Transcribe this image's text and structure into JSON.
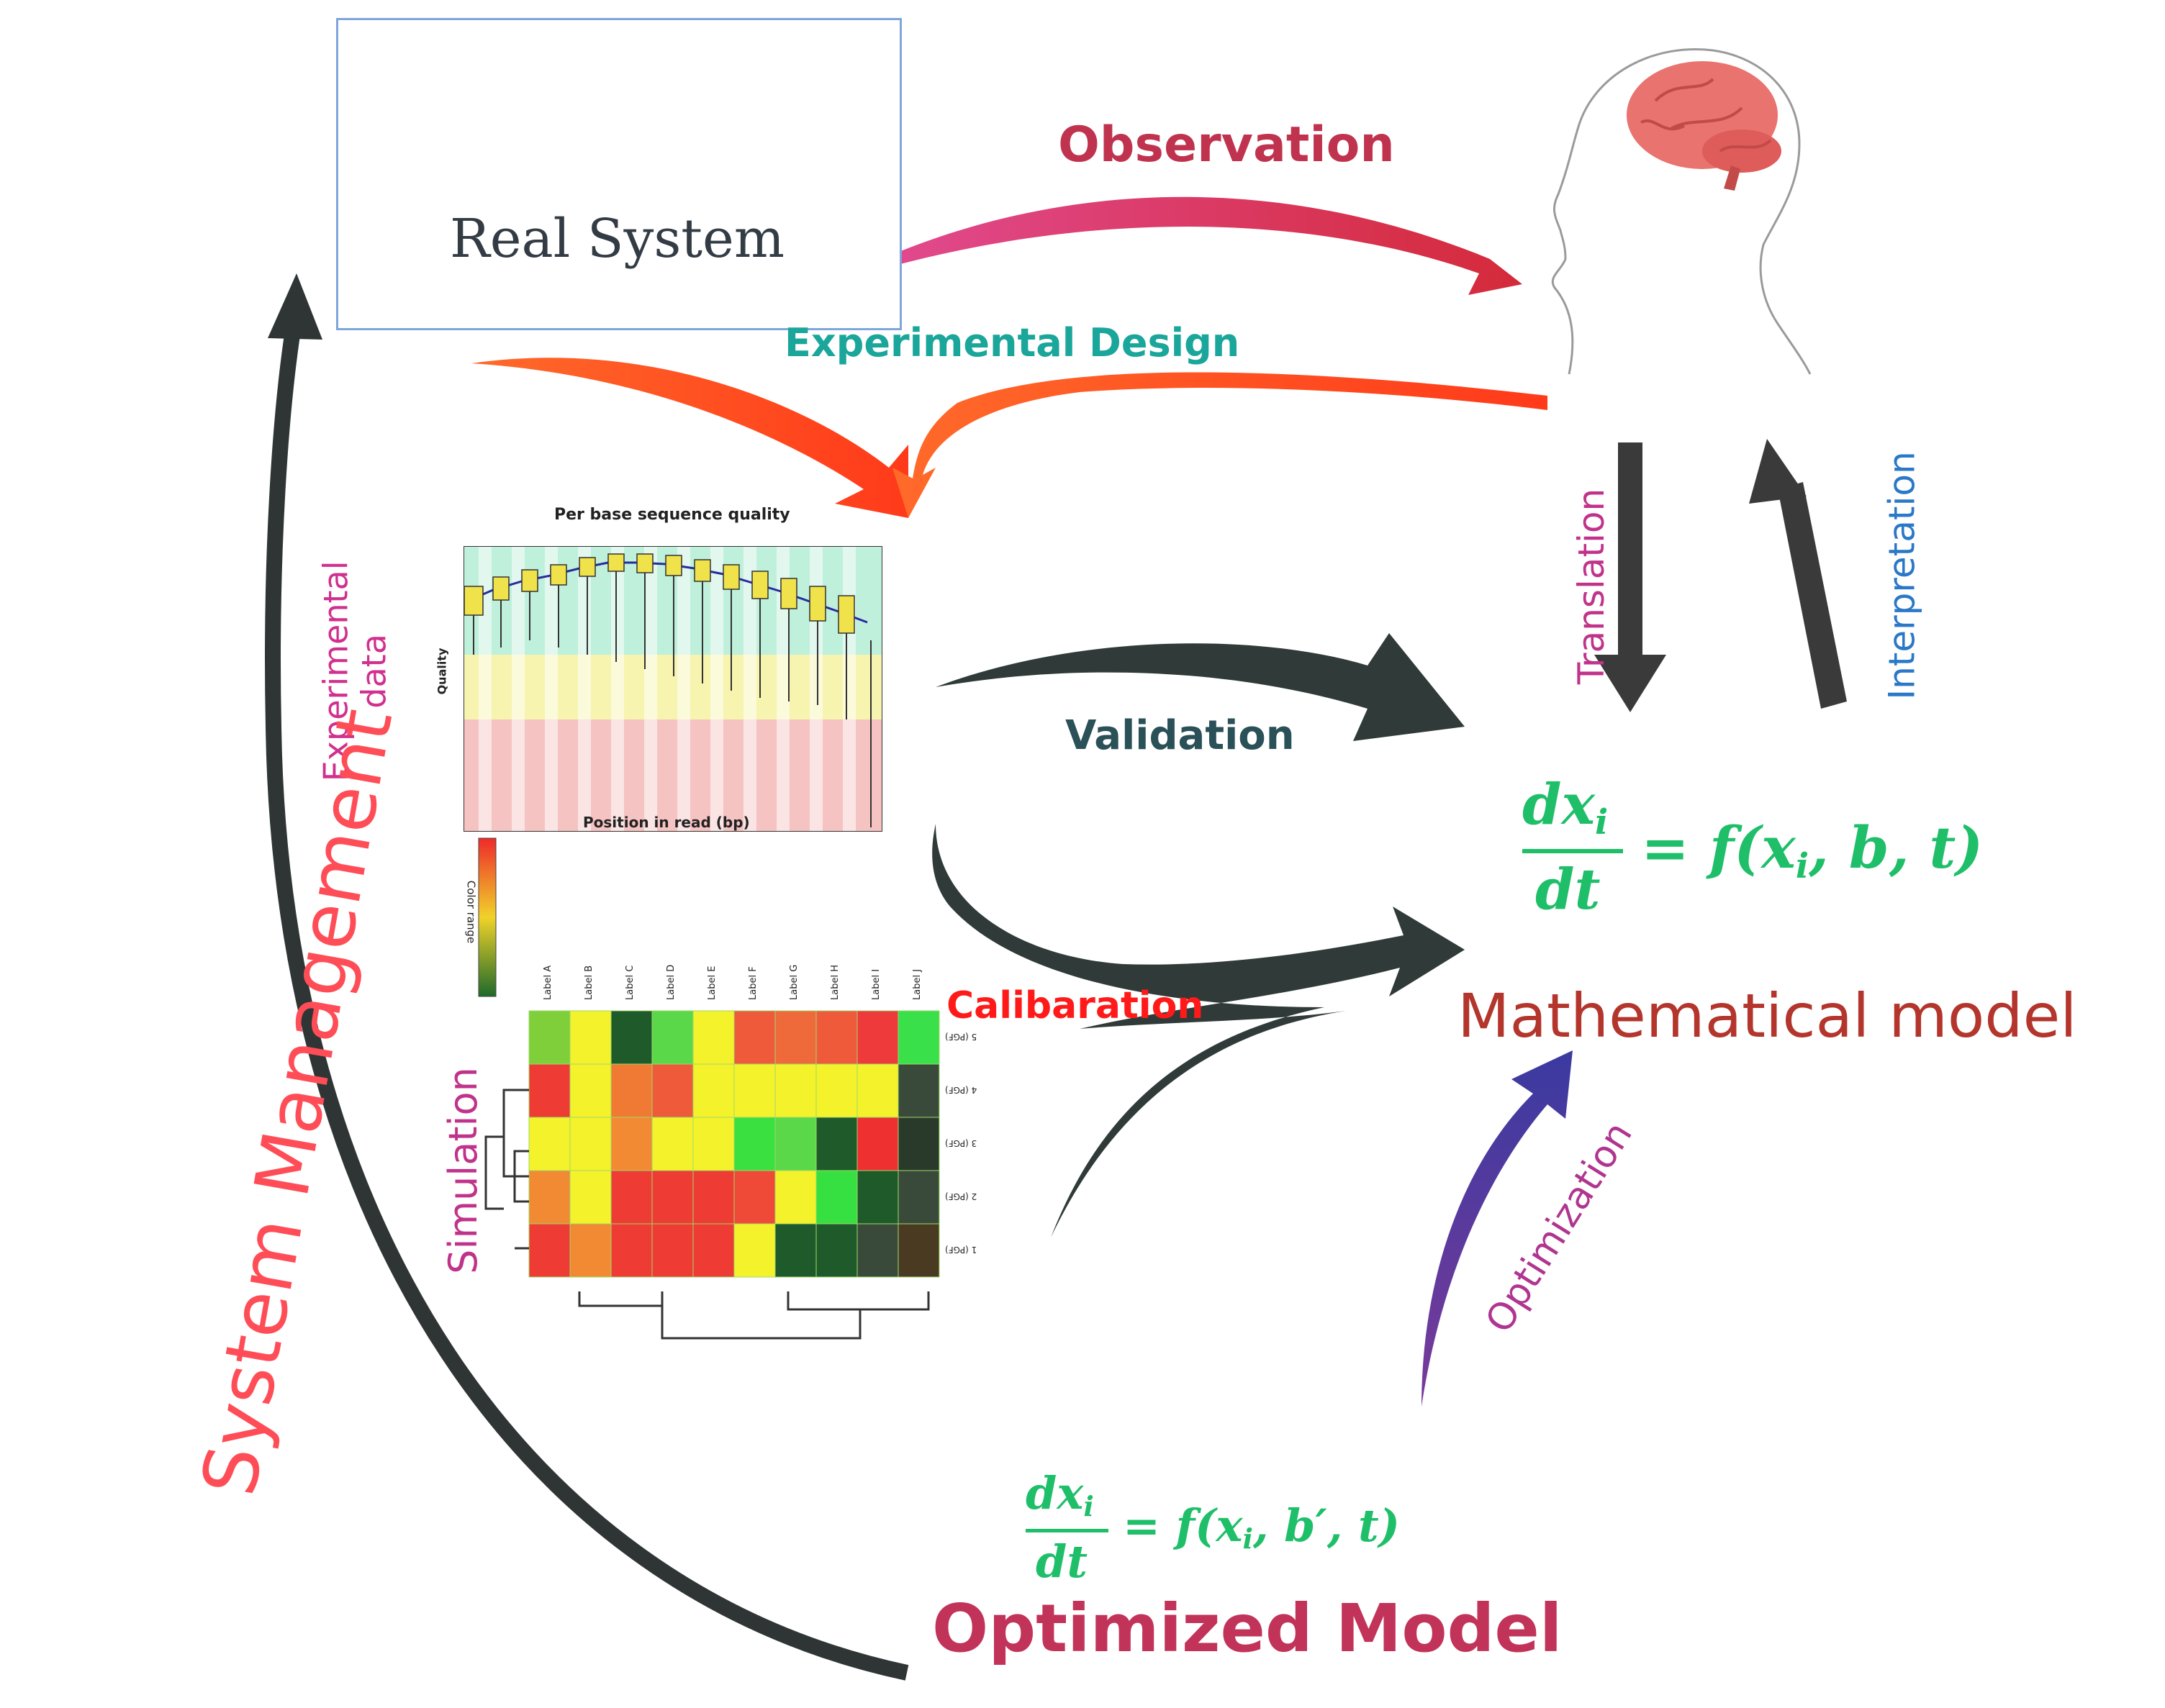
{
  "real_system": {
    "label": "Real System"
  },
  "labels": {
    "observation": "Observation",
    "experimental_design": "Experimental Design",
    "experimental_data": [
      "Experimental",
      "data"
    ],
    "validation": "Validation",
    "translation": "Translation",
    "interpretation": "Interpretation",
    "calibration": "Calibaration",
    "simulation": "Simulation",
    "system_management": "System Management",
    "optimization": "Optimization",
    "mathematical_model": "Mathematical model",
    "optimized_model": "Optimized Model"
  },
  "equations": {
    "model": {
      "num": "dx",
      "num_sub": "i",
      "den": "dt",
      "rhs": "= f(x",
      "rhs_sub": "i",
      "rhs_tail": ", b, t)"
    },
    "optimized": {
      "num": "dx",
      "num_sub": "i",
      "den": "dt",
      "rhs": "= f(x",
      "rhs_sub": "i",
      "rhs_tail": ", b′, t)"
    }
  },
  "quality_plot": {
    "title": "Per base sequence quality",
    "xlabel": "Position in read (bp)",
    "ylabel": "Quality"
  },
  "heatmap": {
    "colorbar_label": "Color range",
    "columns": [
      "Label A",
      "Label B",
      "Label C",
      "Label D",
      "Label E",
      "Label F",
      "Label G",
      "Label H",
      "Label I",
      "Label J"
    ],
    "rows": [
      "5 (PGF)",
      "4 (PGF)",
      "3 (PGF)",
      "2 (PGF)",
      "1 (PGF)"
    ],
    "cells": [
      [
        "#7fcf3a",
        "#f4f22a",
        "#1f5a2a",
        "#5bd84a",
        "#f4f22a",
        "#ef5a3a",
        "#ef6a3a",
        "#ef5a3a",
        "#ee3a3a",
        "#39e04a"
      ],
      [
        "#ee3b33",
        "#f4f22a",
        "#f07a33",
        "#ee5a3a",
        "#f4f22a",
        "#f4f22a",
        "#f4f22a",
        "#f4f22a",
        "#f4f22a",
        "#3a4a3a"
      ],
      [
        "#f4f22a",
        "#f4f22a",
        "#f28a33",
        "#f4f22a",
        "#f4f22a",
        "#3ae040",
        "#5ad84a",
        "#1f5a2a",
        "#ee3030",
        "#2a3a2a"
      ],
      [
        "#f28a33",
        "#f4f22a",
        "#ee3b33",
        "#ee3b33",
        "#ee3b33",
        "#ef4a38",
        "#f4f22a",
        "#36e040",
        "#1f5a2a",
        "#3a4a3a"
      ],
      [
        "#ee3b33",
        "#f28a33",
        "#ee3b33",
        "#ee3b33",
        "#ee3b33",
        "#f4f22a",
        "#1f5a2a",
        "#1f5a2a",
        "#3a4a3a",
        "#4a3a22"
      ]
    ]
  },
  "colors": {
    "observation": "#c0334f",
    "exp_design": "#1aa69a",
    "arrow_orange": "#ff4a20",
    "arrow_dark": "#2f3a39",
    "system_mgmt": "#ff4d57",
    "magenta": "#c2338a",
    "math_green": "#1fbf6a",
    "model_red": "#b3352c",
    "optimization_arrow": "#5a3a8a",
    "interpretation": "#2a78c8"
  }
}
